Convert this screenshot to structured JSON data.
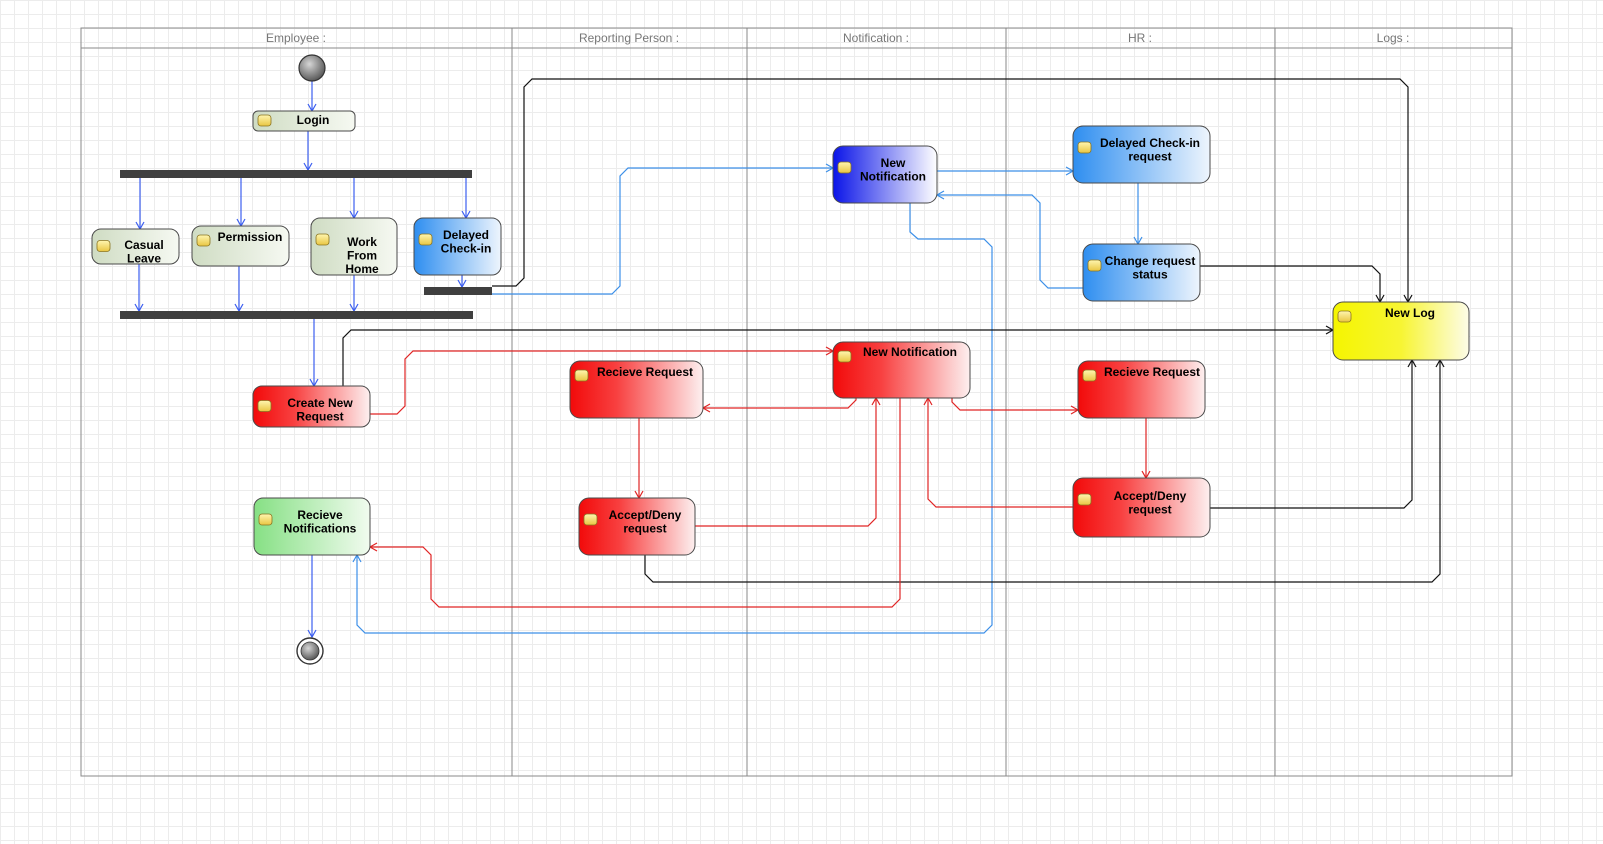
{
  "lanes": [
    {
      "key": "employee",
      "label": "Employee :"
    },
    {
      "key": "reporting",
      "label": "Reporting Person :"
    },
    {
      "key": "notification",
      "label": "Notification :"
    },
    {
      "key": "hr",
      "label": "HR :"
    },
    {
      "key": "logs",
      "label": "Logs :"
    }
  ],
  "nodes": {
    "login": {
      "lines": [
        "Login"
      ],
      "fill": "green-light"
    },
    "casual_leave": {
      "lines": [
        "Casual",
        "Leave"
      ],
      "fill": "green-light"
    },
    "permission": {
      "lines": [
        "Permission"
      ],
      "fill": "green-light"
    },
    "work_from_home": {
      "lines": [
        "Work",
        "From",
        "Home"
      ],
      "fill": "green-light"
    },
    "delayed_checkin": {
      "lines": [
        "Delayed",
        "Check-in"
      ],
      "fill": "blue"
    },
    "create_new_request": {
      "lines": [
        "Create New",
        "Request"
      ],
      "fill": "red"
    },
    "recieve_notifications": {
      "lines": [
        "Recieve",
        "Notifications"
      ],
      "fill": "green"
    },
    "notif_new_blue": {
      "lines": [
        "New",
        "Notification"
      ],
      "fill": "blue-dark"
    },
    "notif_new_red": {
      "lines": [
        "New Notification"
      ],
      "fill": "red"
    },
    "rp_recieve_request": {
      "lines": [
        "Recieve Request"
      ],
      "fill": "red"
    },
    "rp_accept_deny": {
      "lines": [
        "Accept/Deny",
        "request"
      ],
      "fill": "red"
    },
    "hr_delayed_request": {
      "lines": [
        "Delayed Check-in",
        "request"
      ],
      "fill": "blue"
    },
    "hr_change_status": {
      "lines": [
        "Change request",
        "status"
      ],
      "fill": "blue"
    },
    "hr_recieve_request": {
      "lines": [
        "Recieve Request"
      ],
      "fill": "red"
    },
    "hr_accept_deny": {
      "lines": [
        "Accept/Deny",
        "request"
      ],
      "fill": "red"
    },
    "new_log": {
      "lines": [
        "New Log"
      ],
      "fill": "yellow"
    }
  },
  "colors": {
    "flow_blue": "#3c5ff0",
    "flow_lightblue": "#3c8fe8",
    "flow_red": "#e02424",
    "flow_black": "#111111",
    "fork_bar": "#3f3f3f",
    "lane_border": "#8a8a8a"
  }
}
